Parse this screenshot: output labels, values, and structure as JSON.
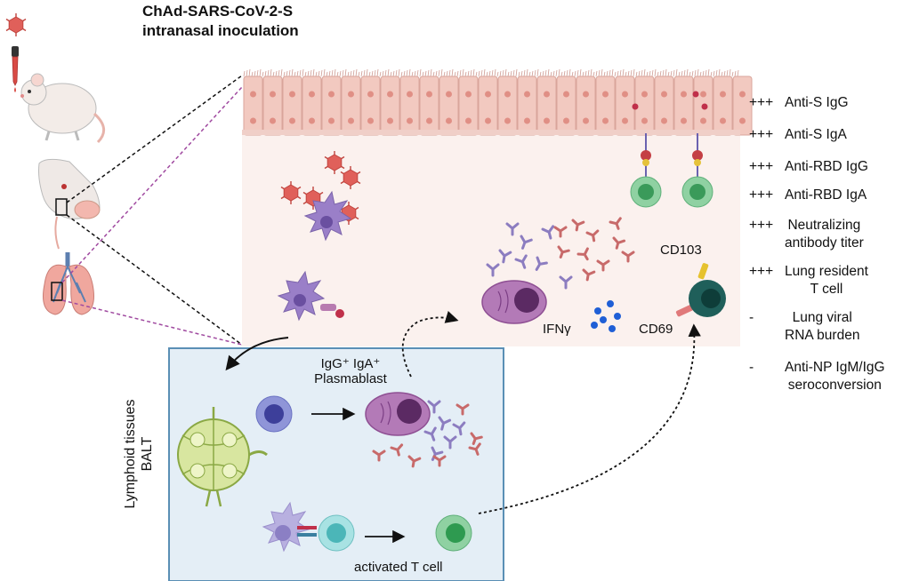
{
  "title": {
    "line1": "ChAd-SARS-CoV-2-S",
    "line2": "intranasal inoculation"
  },
  "results": [
    {
      "symbol": "+++",
      "lines": [
        "Anti-S IgG"
      ]
    },
    {
      "symbol": "+++",
      "lines": [
        "Anti-S IgA"
      ]
    },
    {
      "symbol": "+++",
      "lines": [
        "Anti-RBD IgG"
      ]
    },
    {
      "symbol": "+++",
      "lines": [
        "Anti-RBD IgA"
      ]
    },
    {
      "symbol": "+++",
      "lines": [
        "Neutralizing",
        "antibody titer"
      ]
    },
    {
      "symbol": "+++",
      "lines": [
        "Lung resident",
        "T cell"
      ]
    },
    {
      "symbol": "-",
      "lines": [
        "Lung viral",
        "RNA burden"
      ]
    },
    {
      "symbol": "-",
      "lines": [
        "Anti-NP IgM/IgG",
        "seroconversion"
      ]
    }
  ],
  "labels": {
    "cd103": "CD103",
    "cd69": "CD69",
    "ifng": "IFNγ",
    "plasmablast_iggiga": "IgG⁺ IgA⁺",
    "plasmablast": "Plasmablast",
    "activated_t_cell": "activated T cell",
    "lymphoid_line1": "Lymphoid tissues",
    "lymphoid_line2": "BALT"
  },
  "colors": {
    "epithelium": "#f2c9c0",
    "tissue_bg": "#fbf1ee",
    "lymph_bg": "#e4eef6",
    "lymph_border": "#5a8fb5",
    "virus": "#e0605a",
    "dendritic": "#9a7fc8",
    "plasma": "#8e4f93",
    "bcell": "#6a72c2",
    "tcell_green": "#3fae6a",
    "trm": "#1f5f5a",
    "ifng_dots": "#1f5fd6",
    "antibody_iga": "#c86a6a",
    "antibody_igg": "#8c7dc0"
  }
}
